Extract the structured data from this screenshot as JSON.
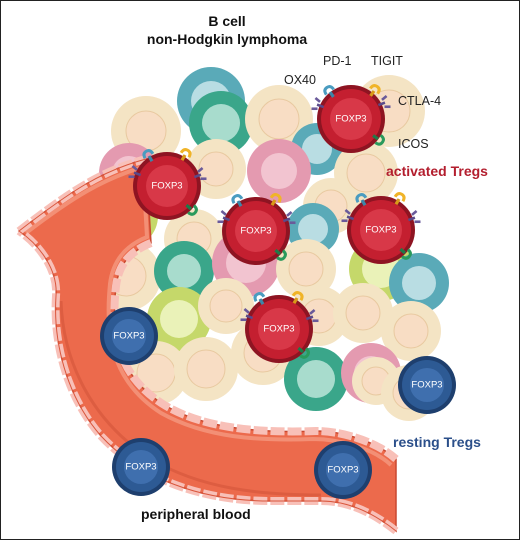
{
  "title": {
    "line1": "B cell",
    "line2": "non-Hodgkin lymphoma"
  },
  "markers": {
    "ox40": "OX40",
    "pd1": "PD-1",
    "tigit": "TIGIT",
    "ctla4": "CTLA-4",
    "icos": "ICOS"
  },
  "labels": {
    "activated_tregs": "activated Tregs",
    "resting_tregs": "resting Tregs",
    "peripheral_blood": "peripheral blood",
    "foxp3": "FOXP3"
  },
  "colors": {
    "activated_treg": "#c41f30",
    "activated_text": "#b31e2e",
    "resting_treg": "#2d5a94",
    "resting_text": "#2b4f8a",
    "vessel": "#ec6a4c",
    "tumor_cell": "#f4e4c4",
    "teal_cell": "#5aaab8",
    "green_cell": "#3aa68a",
    "pink_cell": "#e49ab0",
    "lime_cell": "#c5d86a",
    "receptor_blue": "#4a9cc0",
    "receptor_yellow": "#f0b428",
    "receptor_purple": "#6a5a9a",
    "receptor_green": "#2a9a5c"
  }
}
